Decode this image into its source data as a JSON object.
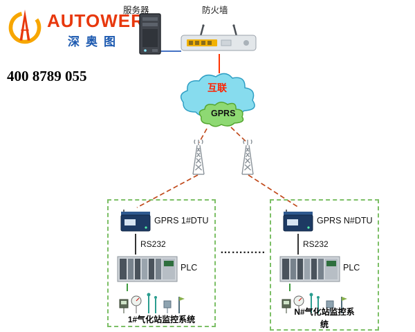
{
  "logo": {
    "brand": "AUTOWER",
    "brand_cn": "深奥图",
    "phone": "400 8789 055"
  },
  "topology": {
    "server_label": "服务器",
    "firewall_label": "防火墙",
    "cloud_label": "互联",
    "gprs_label": "GPRS",
    "separator": "…........."
  },
  "stations": [
    {
      "dtu_label": "GPRS 1#DTU",
      "serial_label": "RS232",
      "plc_label": "PLC",
      "caption": "1#气化站监控系统"
    },
    {
      "dtu_label": "GPRS N#DTU",
      "serial_label": "RS232",
      "plc_label": "PLC",
      "caption": "N#气化站监控系统"
    }
  ],
  "colors": {
    "brand_red": "#e8380d",
    "brand_orange": "#f7a600",
    "brand_blue": "#1d5ab0",
    "cloud_fill": "#87dcee",
    "cloud_border": "#2f9fc4",
    "gprs_fill": "#8ed973",
    "gprs_border": "#55a630",
    "link_blue": "#4472c4",
    "link_red": "#ff3300",
    "dash_red": "#c0491a",
    "station_border_green": "#7cbf66"
  }
}
